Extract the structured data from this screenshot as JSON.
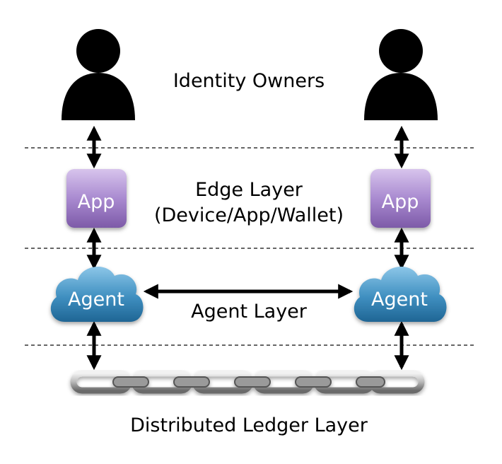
{
  "layers": {
    "identity": "Identity Owners",
    "edge_line1": "Edge Layer",
    "edge_line2": "(Device/App/Wallet)",
    "agent": "Agent Layer",
    "ledger": "Distributed Ledger Layer"
  },
  "nodes": {
    "app_left": "App",
    "app_right": "App",
    "agent_left": "Agent",
    "agent_right": "Agent"
  },
  "icons": {
    "person": "person-silhouette-icon",
    "ledger": "chain-icon"
  },
  "colors": {
    "app_fill": "#a98ad0",
    "agent_fill": "#3f8fc0",
    "person": "#000000",
    "chain": "#b8b8b8"
  }
}
